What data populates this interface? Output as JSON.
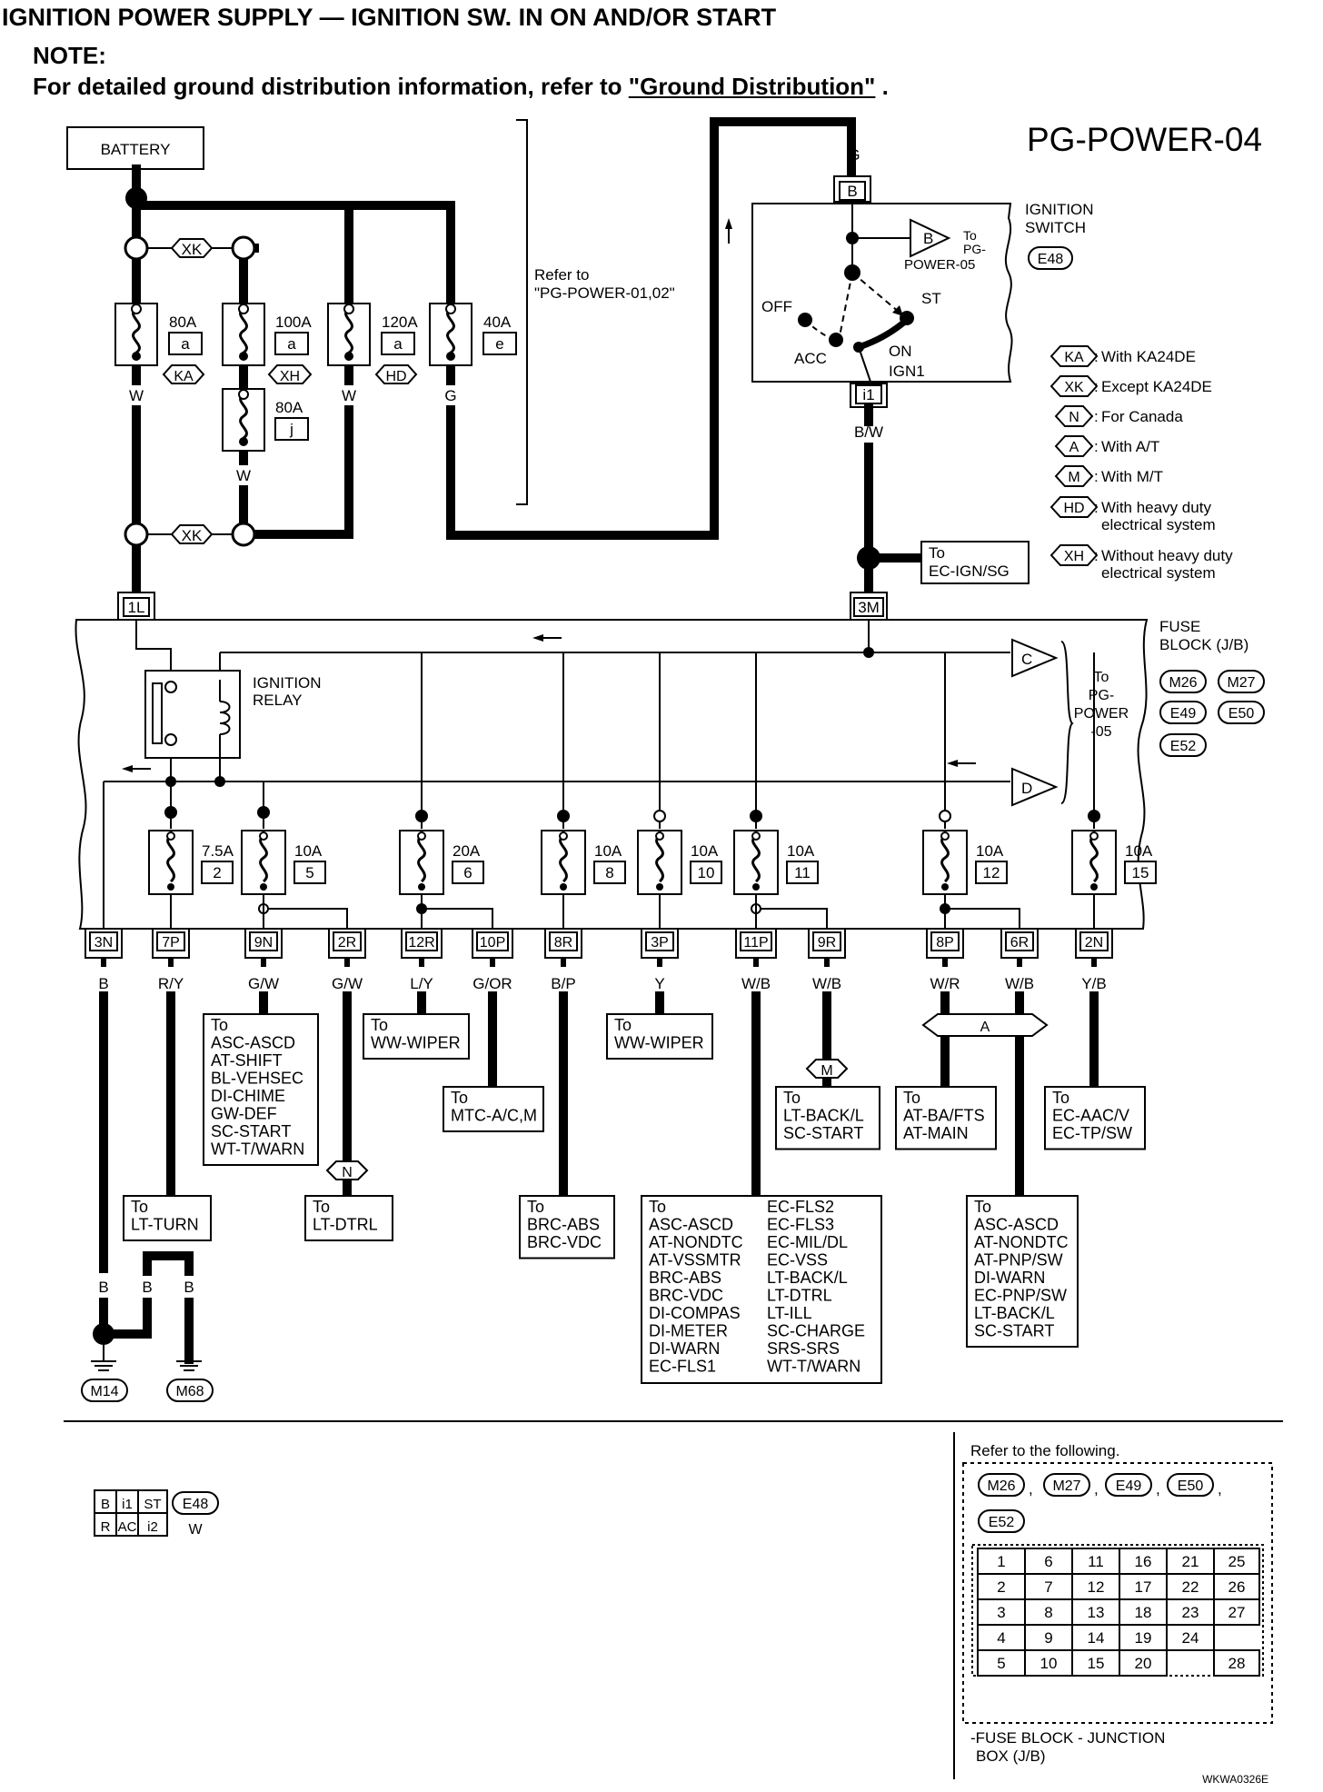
{
  "header": {
    "title": "IGNITION POWER SUPPLY — IGNITION SW. IN ON AND/OR START",
    "note_label": "NOTE:",
    "note_text": "For detailed ground distribution information, refer to ",
    "note_link": "\"Ground Distribution\"",
    "note_end": " ."
  },
  "diagram_id": "PG-POWER-04",
  "battery": "BATTERY",
  "xk_code": "XK",
  "fusible_links": [
    {
      "amp": "80A",
      "letter": "a",
      "tag": "KA",
      "wire": "W"
    },
    {
      "amp": "100A",
      "letter": "a",
      "tag": "XH",
      "wire": ""
    },
    {
      "amp": "120A",
      "letter": "a",
      "tag": "HD",
      "wire": "W"
    },
    {
      "amp": "40A",
      "letter": "e",
      "tag": "",
      "wire": "G"
    },
    {
      "amp": "80A",
      "letter": "j",
      "tag": "",
      "wire": "W"
    }
  ],
  "refer_01_02": [
    "Refer to",
    "\"PG-POWER-01,02\""
  ],
  "ignition_switch": {
    "wire_top": "G",
    "pin_top": "B",
    "title": [
      "IGNITION",
      "SWITCH"
    ],
    "connector": "E48",
    "pin_b": "B",
    "to": [
      "To",
      "PG-",
      "POWER-05"
    ],
    "positions": {
      "off": "OFF",
      "acc": "ACC",
      "on": "ON",
      "st": "ST",
      "ign1": "IGN1"
    },
    "pin_bottom": "i1",
    "wire_bottom": "B/W"
  },
  "to_ec_ign": [
    "To",
    "EC-IGN/SG"
  ],
  "legend": [
    {
      "code": "KA",
      "text": [
        "With KA24DE"
      ]
    },
    {
      "code": "XK",
      "text": [
        "Except KA24DE"
      ]
    },
    {
      "code": "N",
      "text": [
        "For Canada"
      ]
    },
    {
      "code": "A",
      "text": [
        "With A/T"
      ]
    },
    {
      "code": "M",
      "text": [
        "With M/T"
      ]
    },
    {
      "code": "HD",
      "text": [
        "With heavy duty",
        "electrical system"
      ]
    },
    {
      "code": "XH",
      "text": [
        "Without heavy duty",
        "electrical system"
      ]
    }
  ],
  "fuse_block": {
    "title": [
      "FUSE",
      "BLOCK (J/B)"
    ],
    "connectors": [
      "M26",
      "M27",
      "E49",
      "E50",
      "E52"
    ],
    "pin_in_left": "1L",
    "pin_in_right": "3M",
    "relay": [
      "IGNITION",
      "RELAY"
    ],
    "out_c": "C",
    "out_d": "D",
    "to_pg05": [
      "To",
      "PG-",
      "POWER",
      "-05"
    ]
  },
  "fuses": [
    {
      "amp": "7.5A",
      "num": "2"
    },
    {
      "amp": "10A",
      "num": "5"
    },
    {
      "amp": "20A",
      "num": "6"
    },
    {
      "amp": "10A",
      "num": "8"
    },
    {
      "amp": "10A",
      "num": "10"
    },
    {
      "amp": "10A",
      "num": "11"
    },
    {
      "amp": "10A",
      "num": "12"
    },
    {
      "amp": "10A",
      "num": "15"
    }
  ],
  "pins": [
    {
      "pin": "3N",
      "wire": "B"
    },
    {
      "pin": "7P",
      "wire": "R/Y"
    },
    {
      "pin": "9N",
      "wire": "G/W"
    },
    {
      "pin": "2R",
      "wire": "G/W"
    },
    {
      "pin": "12R",
      "wire": "L/Y"
    },
    {
      "pin": "10P",
      "wire": "G/OR"
    },
    {
      "pin": "8R",
      "wire": "B/P"
    },
    {
      "pin": "3P",
      "wire": "Y"
    },
    {
      "pin": "11P",
      "wire": "W/B"
    },
    {
      "pin": "9R",
      "wire": "W/B"
    },
    {
      "pin": "8P",
      "wire": "W/R"
    },
    {
      "pin": "6R",
      "wire": "W/B"
    },
    {
      "pin": "2N",
      "wire": "Y/B"
    }
  ],
  "destinations": {
    "d1": [
      "To",
      "ASC-ASCD",
      "AT-SHIFT",
      "BL-VEHSEC",
      "DI-CHIME",
      "GW-DEF",
      "SC-START",
      "WT-T/WARN"
    ],
    "d2": [
      "To",
      "WW-WIPER"
    ],
    "d3": [
      "To",
      "MTC-A/C,M"
    ],
    "d4": [
      "To",
      "WW-WIPER"
    ],
    "d5": [
      "To",
      "LT-BACK/L",
      "SC-START"
    ],
    "d6": [
      "To",
      "AT-BA/FTS",
      "AT-MAIN"
    ],
    "d7": [
      "To",
      "EC-AAC/V",
      "EC-TP/SW"
    ],
    "d8": [
      "To",
      "LT-TURN"
    ],
    "d9": [
      "To",
      "LT-DTRL"
    ],
    "d10": [
      "To",
      "BRC-ABS",
      "BRC-VDC"
    ],
    "d11a": [
      "To",
      "ASC-ASCD",
      "AT-NONDTC",
      "AT-VSSMTR",
      "BRC-ABS",
      "BRC-VDC",
      "DI-COMPAS",
      "DI-METER",
      "DI-WARN",
      "EC-FLS1"
    ],
    "d11b": [
      "EC-FLS2",
      "EC-FLS3",
      "EC-MIL/DL",
      "EC-VSS",
      "LT-BACK/L",
      "LT-DTRL",
      "LT-ILL",
      "SC-CHARGE",
      "SRS-SRS",
      "WT-T/WARN"
    ],
    "d12": [
      "To",
      "ASC-ASCD",
      "AT-NONDTC",
      "AT-PNP/SW",
      "DI-WARN",
      "EC-PNP/SW",
      "LT-BACK/L",
      "SC-START"
    ]
  },
  "tags": {
    "m": "M",
    "n": "N",
    "a": "A"
  },
  "ground": {
    "wires": [
      "B",
      "B",
      "B"
    ],
    "connectors": [
      "M14",
      "M68"
    ]
  },
  "connector_e48": {
    "cells": [
      "B",
      "i1",
      "ST",
      "R",
      "AC",
      "i2"
    ],
    "code": "E48",
    "color": "W"
  },
  "refer_box": {
    "title": "Refer to the following.",
    "connectors": [
      "M26",
      "M27",
      "E49",
      "E50",
      "E52"
    ],
    "grid": [
      [
        "1",
        "6",
        "11",
        "16",
        "21",
        "25"
      ],
      [
        "2",
        "7",
        "12",
        "17",
        "22",
        "26"
      ],
      [
        "3",
        "8",
        "13",
        "18",
        "23",
        "27"
      ],
      [
        "4",
        "9",
        "14",
        "19",
        "24",
        ""
      ],
      [
        "5",
        "10",
        "15",
        "20",
        "",
        "28"
      ]
    ],
    "caption": [
      "-FUSE BLOCK - JUNCTION",
      "BOX (J/B)"
    ]
  },
  "figure_code": "WKWA0326E"
}
